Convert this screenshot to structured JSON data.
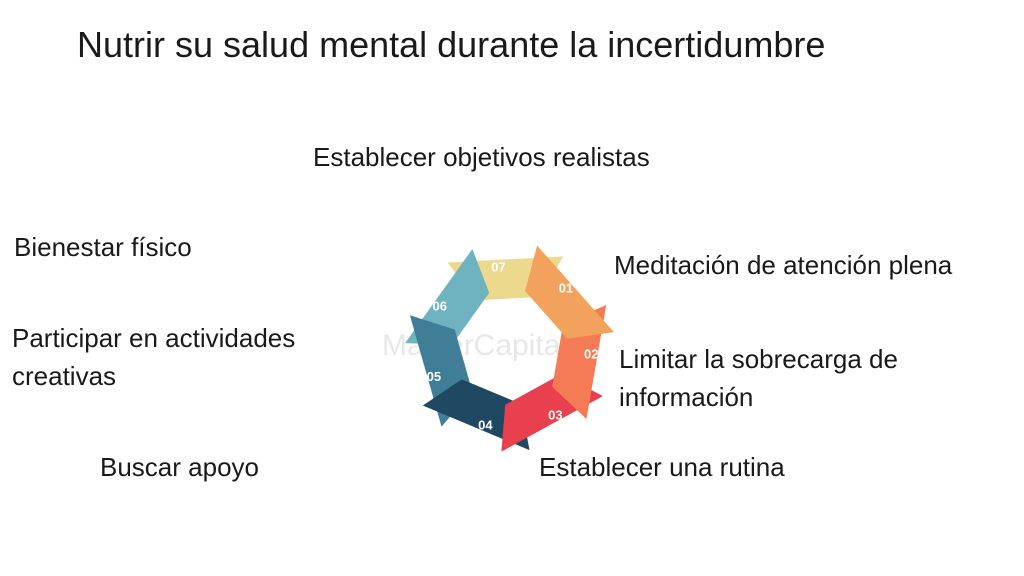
{
  "title": "Nutrir su salud mental durante la incertidumbre",
  "watermark": "MasterCapital",
  "segments": [
    {
      "num": "01",
      "label": "Meditación de atención plena",
      "color": "#f2a25c"
    },
    {
      "num": "02",
      "label": "Limitar la sobrecarga de información",
      "color": "#f47b55"
    },
    {
      "num": "03",
      "label": "Establecer una rutina",
      "color": "#e8404f"
    },
    {
      "num": "04",
      "label": "Buscar apoyo",
      "color": "#1f4863"
    },
    {
      "num": "05",
      "label": "Participar en actividades creativas",
      "color": "#3f7e96"
    },
    {
      "num": "06",
      "label": "Bienestar físico",
      "color": "#6fb3c1"
    },
    {
      "num": "07",
      "label": "Establecer objetivos realistas",
      "color": "#ecd98e"
    }
  ]
}
